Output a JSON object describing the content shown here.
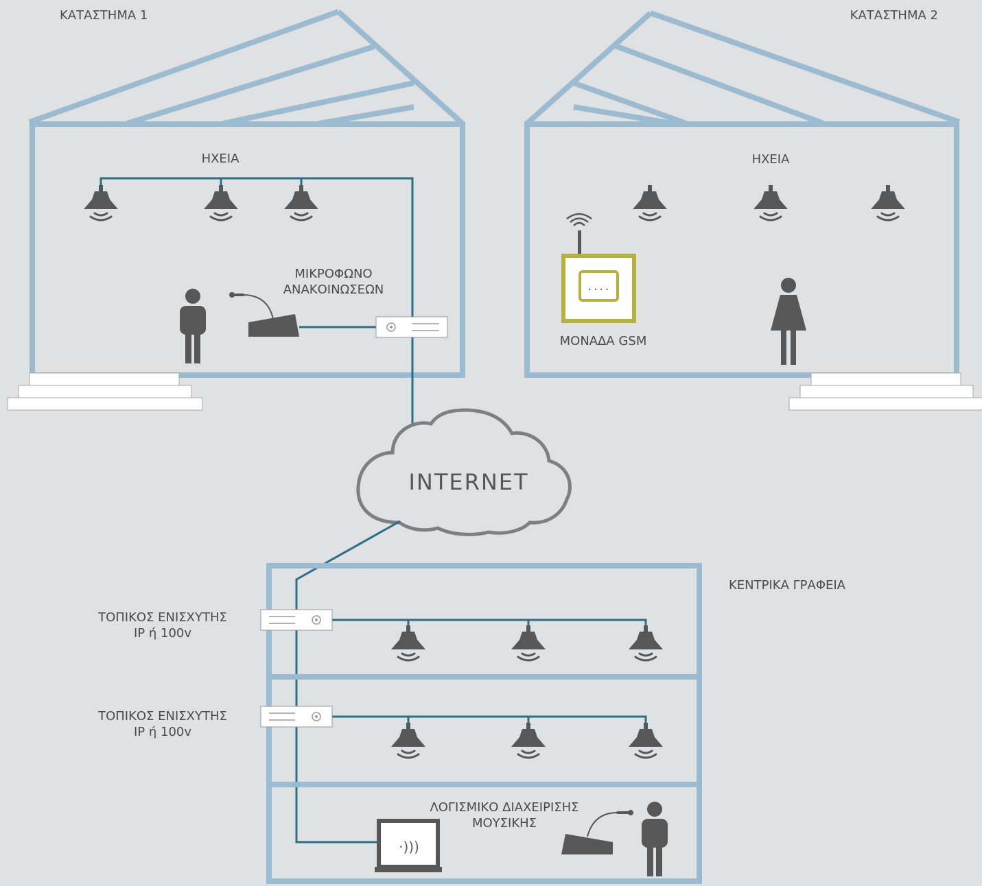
{
  "store1": {
    "title": "ΚΑΤΑΣΤΗΜΑ 1",
    "speakers_label": "ΗΧΕΙΑ",
    "mic_label_line1": "ΜΙΚΡΟΦΩΝΟ",
    "mic_label_line2": "ΑΝΑΚΟΙΝΩΣΕΩΝ"
  },
  "store2": {
    "title": "ΚΑΤΑΣΤΗΜΑ 2",
    "speakers_label": "ΗΧΕΙΑ",
    "gsm_label": "ΜΟΝΑΔΑ GSM",
    "gsm_screen": "...."
  },
  "cloud": {
    "label": "INTERNET"
  },
  "hq": {
    "title": "ΚΕΝΤΡΙΚΑ ΓΡΑΦΕΙΑ",
    "amp1_line1": "ΤΟΠΙΚΟΣ ΕΝΙΣΧΥΤΗΣ",
    "amp1_line2": "IP ή 100v",
    "amp2_line1": "ΤΟΠΙΚΟΣ ΕΝΙΣΧΥΤΗΣ",
    "amp2_line2": "IP ή 100v",
    "software_line1": "ΛΟΓΙΣΜΙΚΟ ΔΙΑΧΕΙΡΙΣΗΣ",
    "software_line2": "ΜΟΥΣΙΚΗΣ",
    "wifi_glyph": "·)))"
  },
  "colors": {
    "background": "#e0e1e3",
    "building": "#9bbbd1",
    "wire": "#2a6f86",
    "icon": "#575757",
    "gsm_frame": "#b5b23a"
  }
}
